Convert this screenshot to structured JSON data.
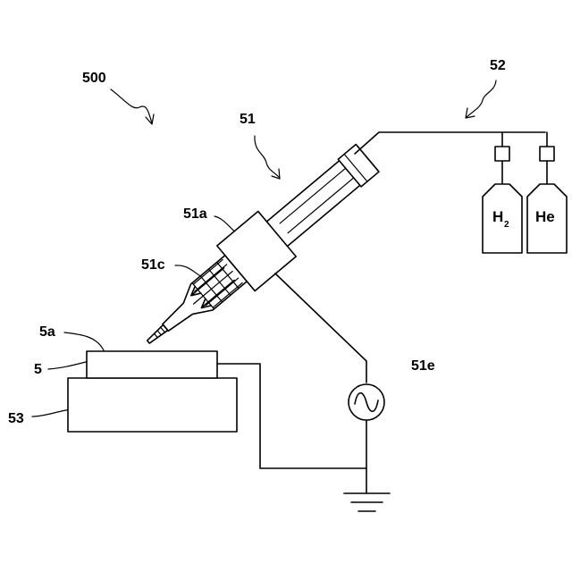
{
  "labels": {
    "system": "500",
    "torch": "51",
    "gas_supply": "52",
    "electrode_block": "51a",
    "plasma_nozzle": "51c",
    "ac_source": "51e",
    "workpiece_surface": "5a",
    "workpiece": "5",
    "stage": "53"
  },
  "gas_cylinders": {
    "hydrogen": {
      "main": "H",
      "subscript": "2"
    },
    "helium": "He"
  }
}
